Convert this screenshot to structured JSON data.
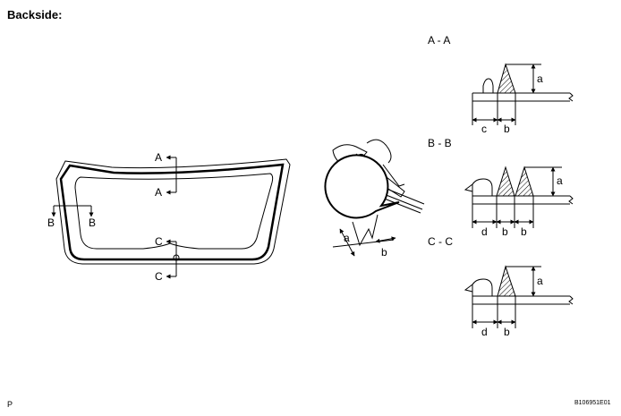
{
  "title": "Backside:",
  "sections": {
    "aa": "A - A",
    "bb": "B - B",
    "cc": "C - C"
  },
  "window_markers": {
    "a_top": "A",
    "a_bottom": "A",
    "b_left": "B",
    "b_right": "B",
    "c_top": "C",
    "c_bottom": "C"
  },
  "dims": {
    "aa_height": "a",
    "aa_c": "c",
    "aa_b": "b",
    "bb_height": "a",
    "bb_d": "d",
    "bb_b1": "b",
    "bb_b2": "b",
    "cc_height": "a",
    "cc_d": "d",
    "cc_b": "b"
  },
  "detail": {
    "a": "a",
    "b": "b"
  },
  "corner_letter": "P",
  "figure_code": "B106951E01"
}
